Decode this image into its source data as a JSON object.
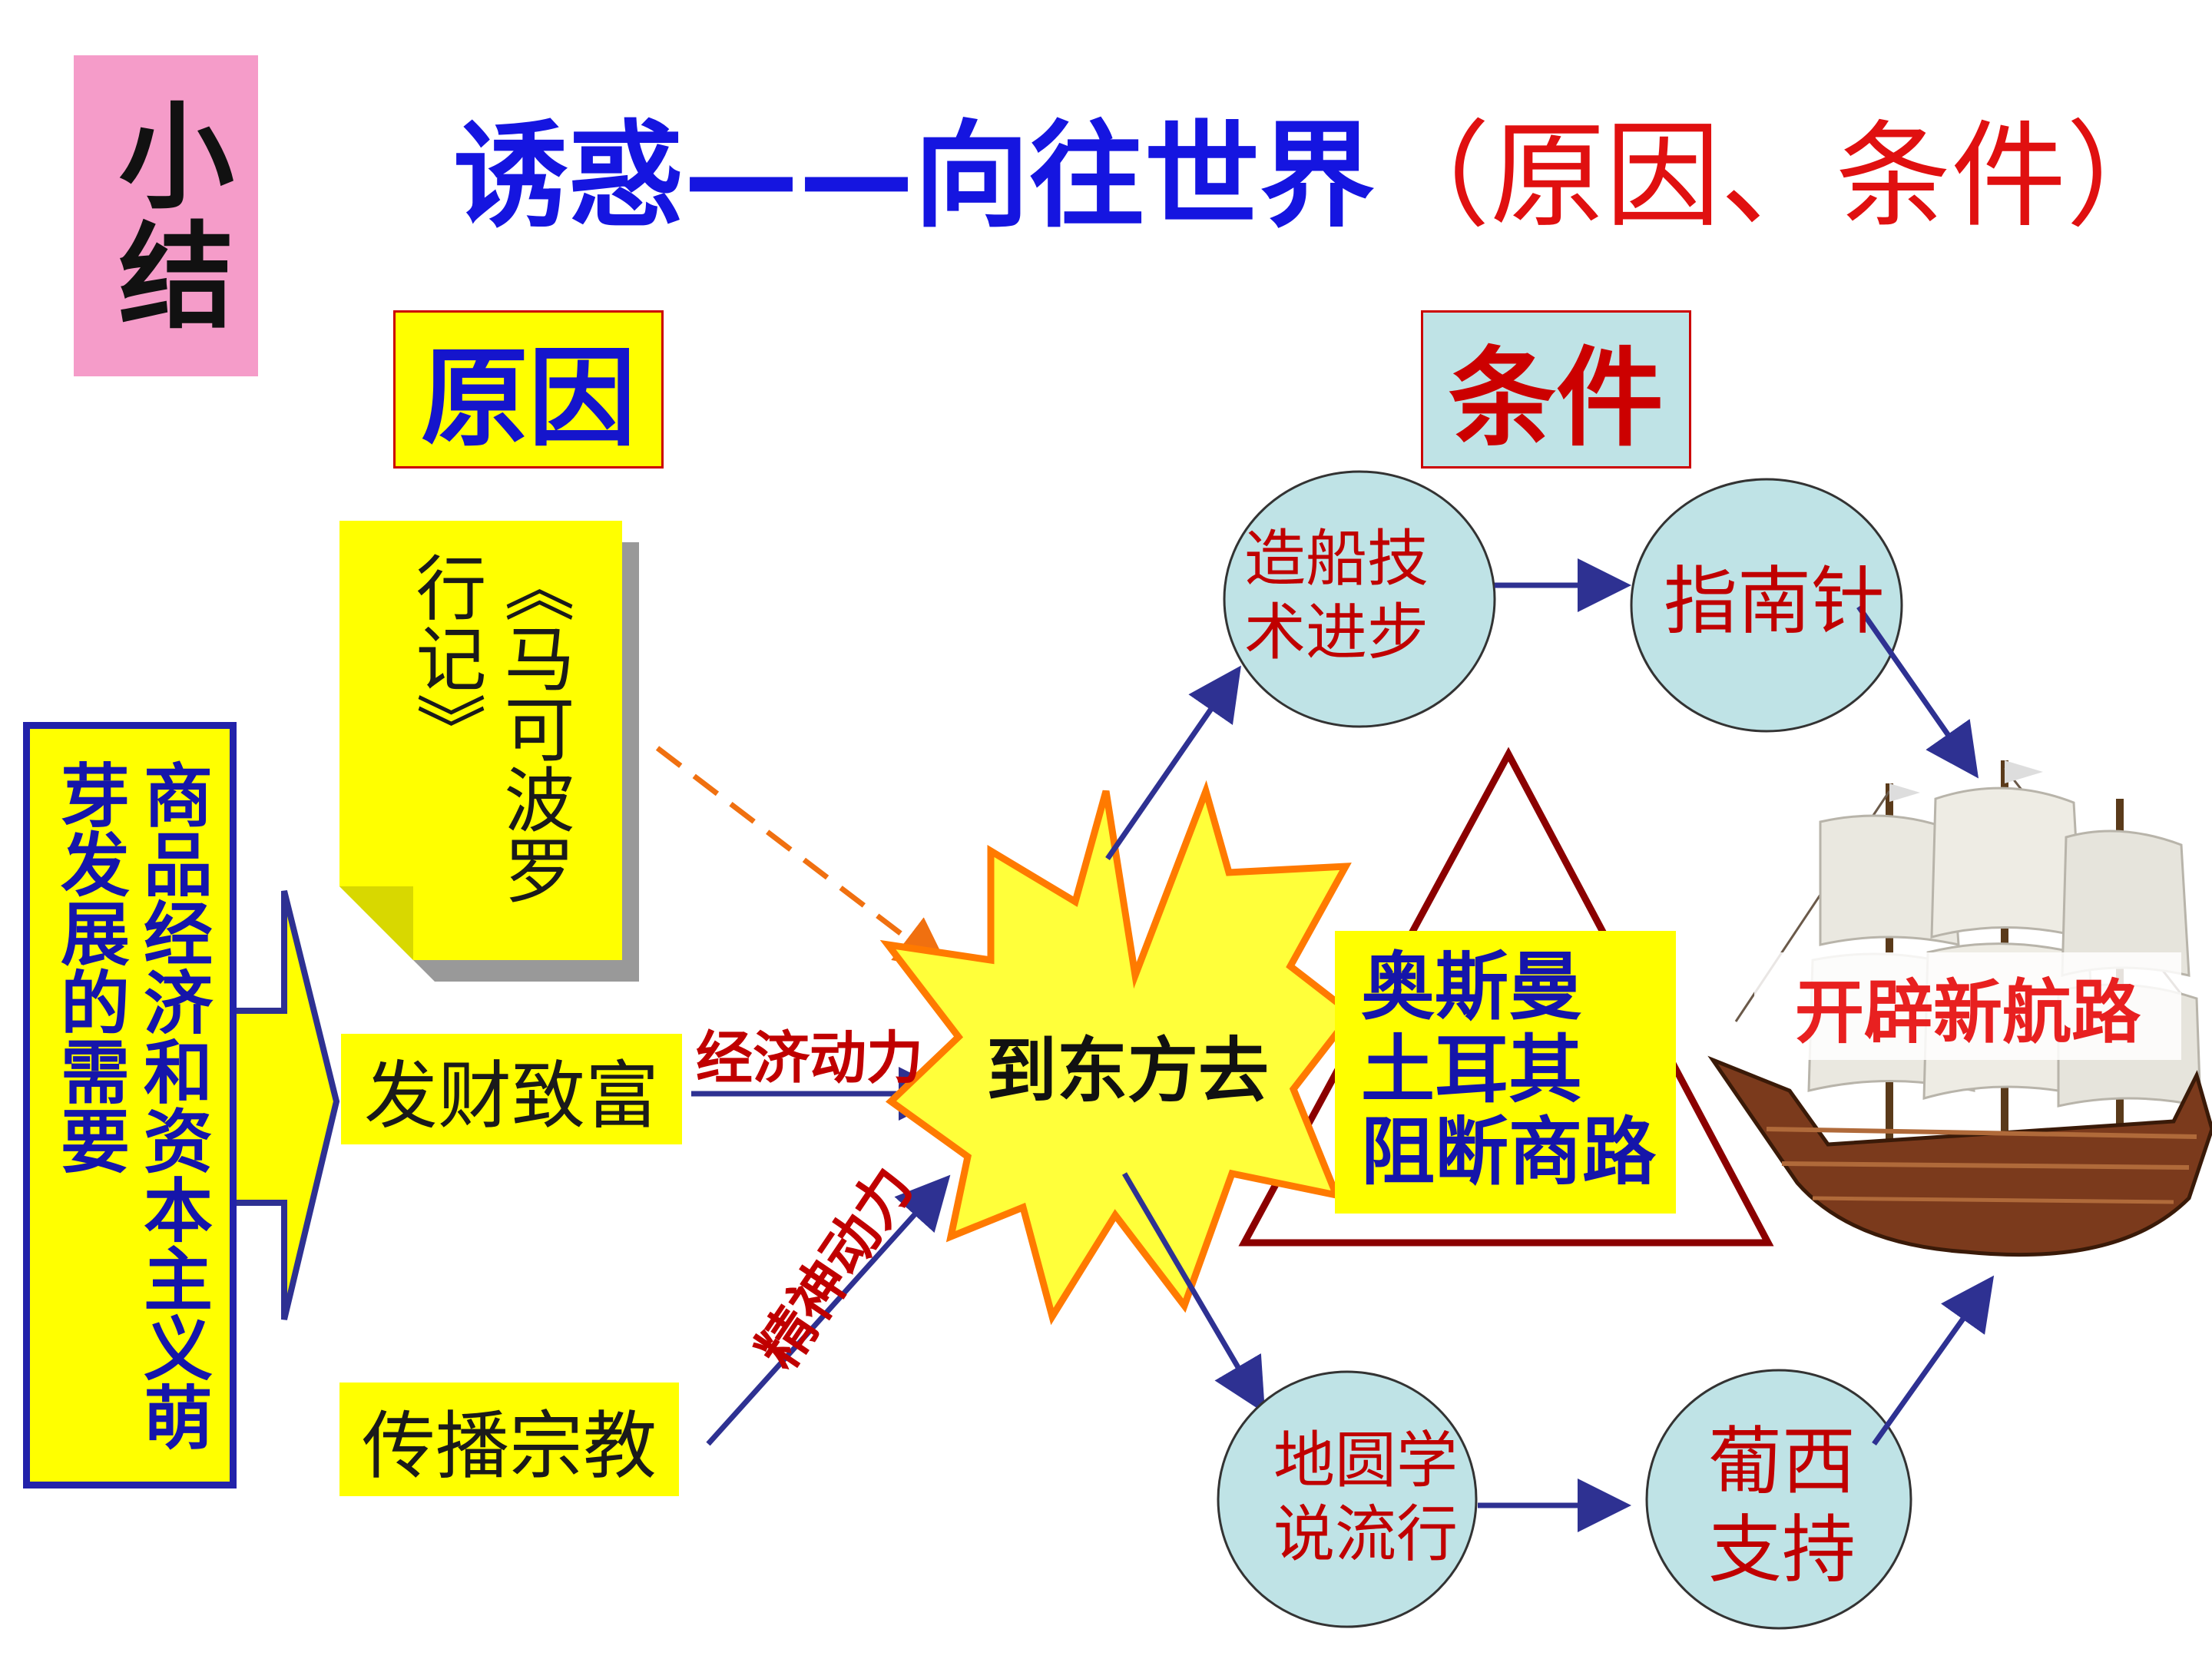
{
  "summary_label": "小结",
  "title": {
    "main": "诱惑——向往世界",
    "sub": "（原因、条件）"
  },
  "cause_header": "原因",
  "condition_header": "条件",
  "book": "《马可波罗行记》",
  "economy": "商品经济和资本主义萌芽发展的需要",
  "wealth": "发财致富",
  "religion": "传播宗教",
  "economic_motive": "经济动力",
  "spiritual_motive": "精神动力",
  "center": "到东方去",
  "ottoman": {
    "line1": "奥斯曼",
    "line2": "土耳其",
    "line3": "阻断商路"
  },
  "nodes": {
    "shipbuilding": {
      "line1": "造船技",
      "line2": "术进步"
    },
    "compass": "指南针",
    "sphere": {
      "line1": "地圆学",
      "line2": "说流行"
    },
    "portugal": {
      "line1": "葡西",
      "line2": "支持"
    }
  },
  "route": "开辟新航路",
  "colors": {
    "yellow": "#ffff00",
    "blue_text": "#1515e0",
    "red_text": "#e01010",
    "node_fill": "#bfe3e6",
    "arrow_blue": "#2e3192",
    "arrow_orange": "#f07010",
    "triangle": "#8b0000",
    "pink": "#f59cc9"
  }
}
